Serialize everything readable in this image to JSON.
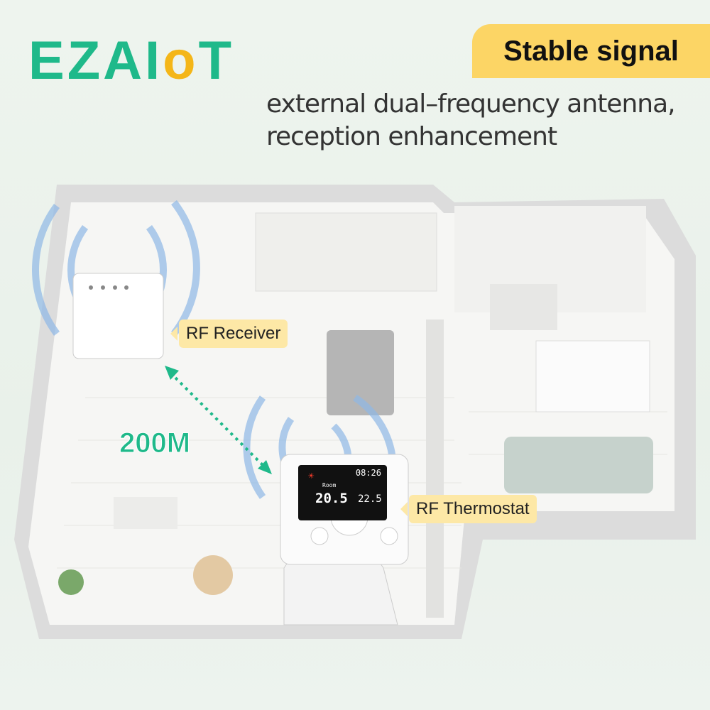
{
  "brand": {
    "logo_text": "EZAIoT",
    "colors": {
      "primary": "#1fb98a",
      "accent": "#f4b618"
    }
  },
  "headline": {
    "badge": "Stable signal",
    "subtitle_line1": "external dual–frequency antenna,",
    "subtitle_line2": "reception enhancement",
    "badge_color": "#fcd565"
  },
  "labels": {
    "receiver": "RF Receiver",
    "thermostat": "RF Thermostat",
    "distance": "200M"
  },
  "thermostat_screen": {
    "time": "08:26",
    "room_label": "Room",
    "room_temp": "20.5",
    "set_temp": "22.5"
  }
}
